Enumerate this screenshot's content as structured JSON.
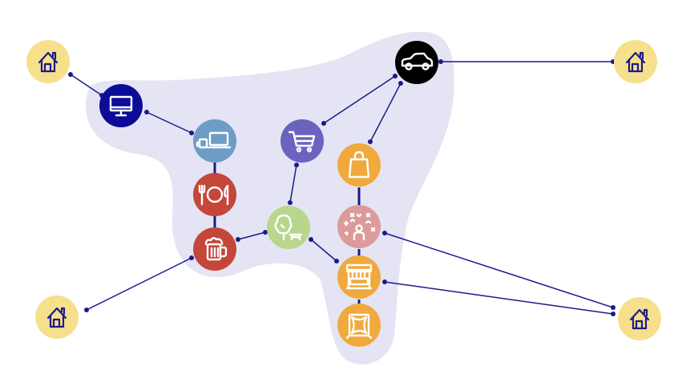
{
  "colors": {
    "blob": "#e4e4f4",
    "edge": "#1a1a8c",
    "home": "#f6e08c"
  },
  "homes": [
    {
      "id": "home-top-left",
      "icon": "house-icon"
    },
    {
      "id": "home-top-right",
      "icon": "house-icon"
    },
    {
      "id": "home-bottom-left",
      "icon": "house-icon"
    },
    {
      "id": "home-bottom-right",
      "icon": "house-icon"
    }
  ],
  "nodes": [
    {
      "id": "monitor",
      "icon": "monitor-icon",
      "color": "#0c0c96"
    },
    {
      "id": "laptop",
      "icon": "laptop-icon",
      "color": "#6e9cc4"
    },
    {
      "id": "dining",
      "icon": "plate-cutlery-icon",
      "color": "#c4473a"
    },
    {
      "id": "beer",
      "icon": "beer-mug-icon",
      "color": "#c4473a"
    },
    {
      "id": "cart",
      "icon": "shopping-cart-icon",
      "color": "#6b63c0"
    },
    {
      "id": "park",
      "icon": "tree-bench-icon",
      "color": "#b8d68c"
    },
    {
      "id": "car",
      "icon": "car-icon",
      "color": "#000000"
    },
    {
      "id": "shopping-bag",
      "icon": "shopping-bag-icon",
      "color": "#f0a93c"
    },
    {
      "id": "party",
      "icon": "confetti-person-icon",
      "color": "#dc9a9a"
    },
    {
      "id": "market-stall",
      "icon": "market-stall-icon",
      "color": "#f0a93c"
    },
    {
      "id": "gym-mat",
      "icon": "mat-icon",
      "color": "#f0a93c"
    }
  ]
}
